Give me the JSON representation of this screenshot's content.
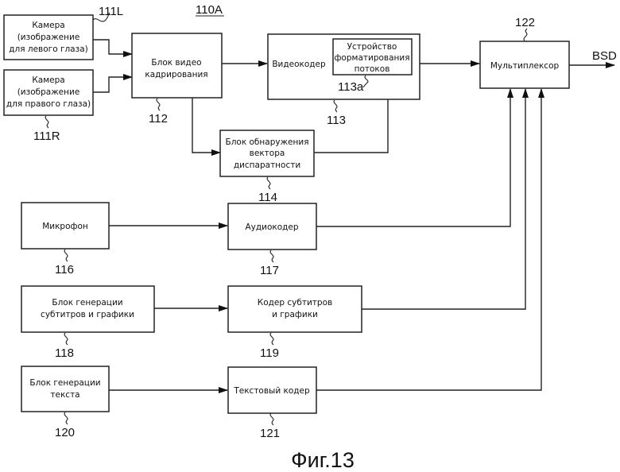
{
  "figure": {
    "title": "Фиг.13",
    "system_ref": "110A",
    "output_label": "BSD"
  },
  "blocks": {
    "cam_left": {
      "ref": "111L",
      "lines": [
        "Камера",
        "(изображение",
        "для левого глаза)"
      ]
    },
    "cam_right": {
      "ref": "111R",
      "lines": [
        "Камера",
        "(изображение",
        "для правого глаза)"
      ]
    },
    "framing": {
      "ref": "112",
      "lines": [
        "Блок видео",
        "кадрирования"
      ]
    },
    "video_enc": {
      "ref": "113",
      "lines": [
        "Видеокодер"
      ]
    },
    "formatter": {
      "ref": "113a",
      "lines": [
        "Устройство",
        "форматирования",
        "потоков"
      ]
    },
    "disparity": {
      "ref": "114",
      "lines": [
        "Блок обнаружения",
        "вектора",
        "диспаратности"
      ]
    },
    "mic": {
      "ref": "116",
      "lines": [
        "Микрофон"
      ]
    },
    "audio_enc": {
      "ref": "117",
      "lines": [
        "Аудиокодер"
      ]
    },
    "sub_gen": {
      "ref": "118",
      "lines": [
        "Блок генерации",
        "субтитров и графики"
      ]
    },
    "sub_enc": {
      "ref": "119",
      "lines": [
        "Кодер субтитров",
        "и графики"
      ]
    },
    "text_gen": {
      "ref": "120",
      "lines": [
        "Блок генерации",
        "текста"
      ]
    },
    "text_enc": {
      "ref": "121",
      "lines": [
        "Текстовый кодер"
      ]
    },
    "mux": {
      "ref": "122",
      "lines": [
        "Мультиплексор"
      ]
    }
  },
  "connections": [
    {
      "from": "cam_left",
      "to": "framing"
    },
    {
      "from": "cam_right",
      "to": "framing"
    },
    {
      "from": "framing",
      "to": "video_enc"
    },
    {
      "from": "framing",
      "to": "disparity"
    },
    {
      "from": "disparity",
      "to": "formatter"
    },
    {
      "from": "video_enc",
      "to": "mux"
    },
    {
      "from": "mic",
      "to": "audio_enc"
    },
    {
      "from": "audio_enc",
      "to": "mux"
    },
    {
      "from": "sub_gen",
      "to": "sub_enc"
    },
    {
      "from": "sub_enc",
      "to": "mux"
    },
    {
      "from": "text_gen",
      "to": "text_enc"
    },
    {
      "from": "text_enc",
      "to": "mux"
    },
    {
      "from": "mux",
      "to": "output"
    }
  ]
}
